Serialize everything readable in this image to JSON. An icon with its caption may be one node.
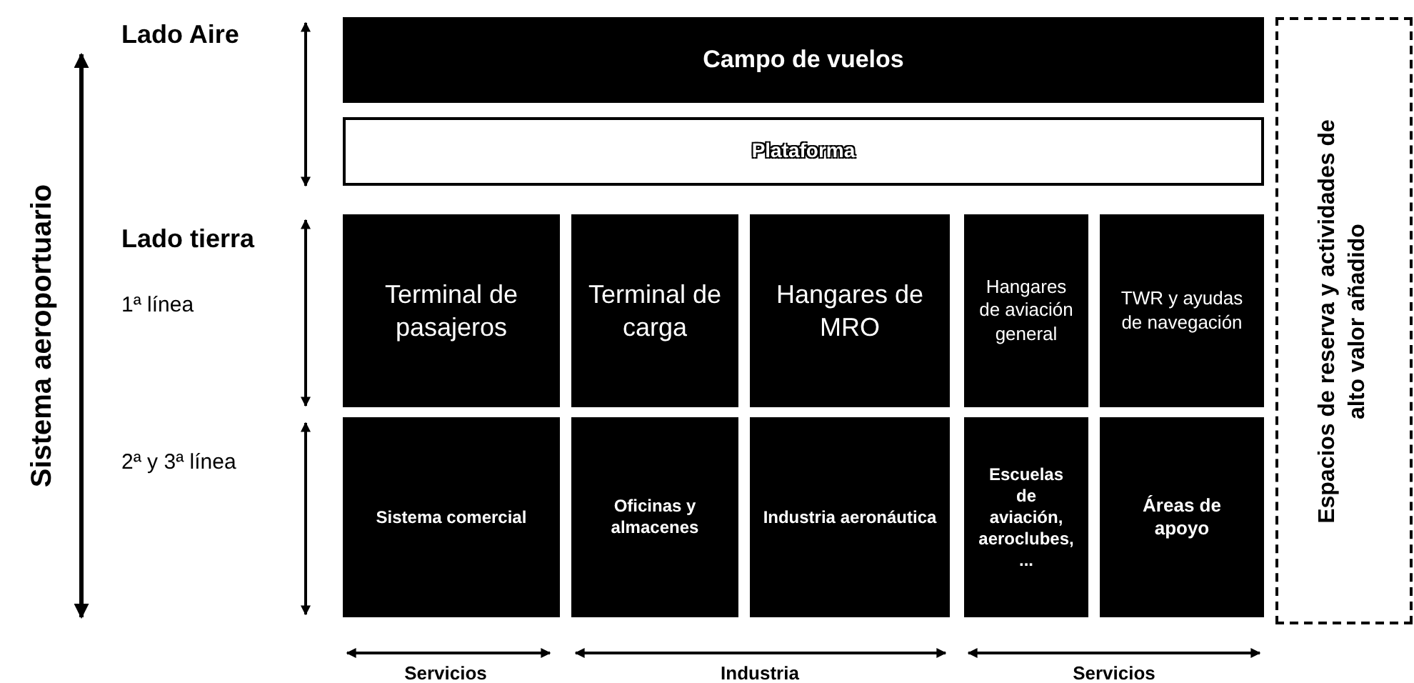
{
  "diagram": {
    "nodes": [
      {
        "text": [
          "Campo de vuelos"
        ]
      },
      {
        "text": [
          "Plataforma"
        ]
      },
      {
        "text": [
          "Terminal de pasajeros"
        ]
      },
      {
        "text": [
          "Terminal de carga"
        ]
      },
      {
        "text": [
          "Hangares de MRO"
        ]
      },
      {
        "text": [
          "Hangares de aviación general"
        ]
      },
      {
        "text": [
          "TWR y ayudas de navegación"
        ]
      },
      {
        "text": [
          "Sistema comercial"
        ]
      },
      {
        "text": [
          "Oficinas y almacenes"
        ]
      },
      {
        "text": [
          "Industria aeronáutica"
        ]
      },
      {
        "text": [
          "Escuelas de aviación, aeroclubes, ..."
        ]
      },
      {
        "text": [
          "Áreas de apoyo"
        ]
      },
      {
        "text": [
          "Espacios de reserva y actividades de alto valor añadido"
        ]
      }
    ],
    "edges": [],
    "labels": [
      "Sistema aeroportuario",
      "Lado Aire",
      "Lado tierra",
      "1ª línea",
      "2ª y 3ª línea",
      "Servicios",
      "Industria",
      "Servicios"
    ]
  }
}
